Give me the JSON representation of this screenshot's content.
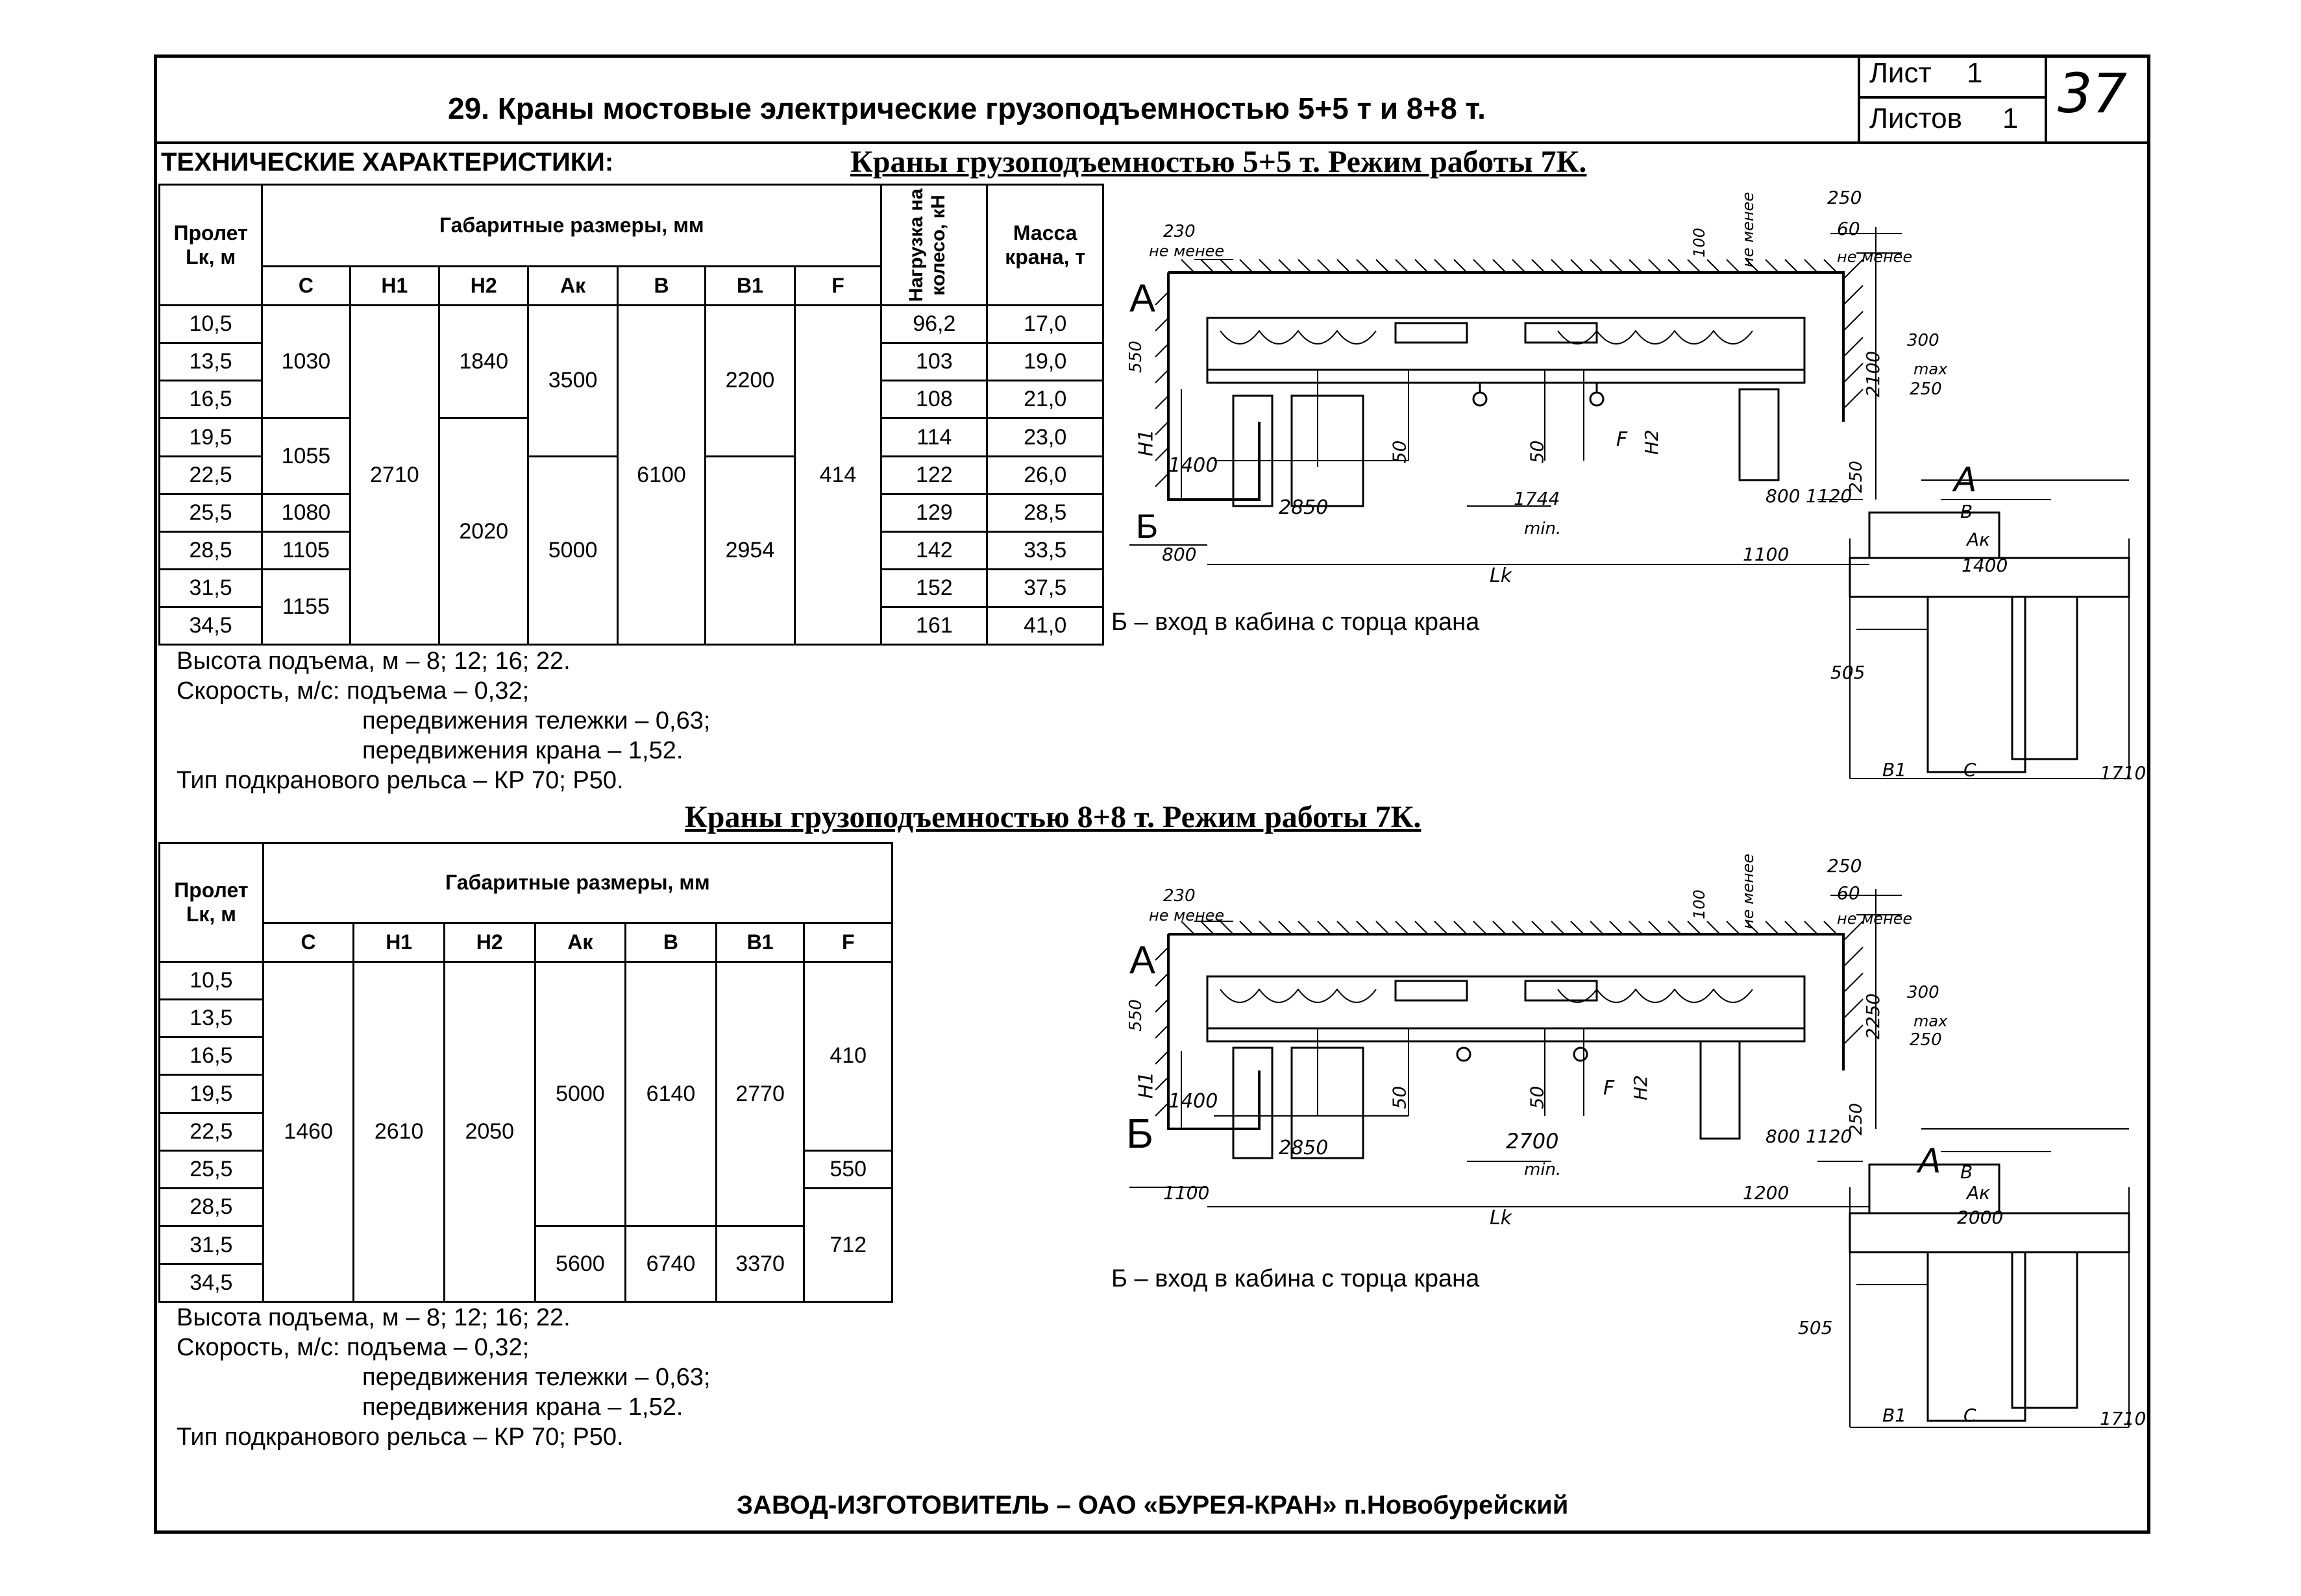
{
  "header": {
    "title": "29. Краны мостовые электрические грузоподъемностью 5+5 т и 8+8 т.",
    "sheet_label": "Лист",
    "sheet_value": "1",
    "sheets_label": "Листов",
    "sheets_value": "1",
    "page_number": "37"
  },
  "tech_heading": "ТЕХНИЧЕСКИЕ ХАРАКТЕРИСТИКИ:",
  "section1": {
    "heading": "Краны грузоподъемностью 5+5 т. Режим работы 7К.",
    "col_span": "Пролет Lк, м",
    "col_dims": "Габаритные размеры, мм",
    "col_load": "Нагрузка на колесо, кН",
    "col_mass": "Масса крана, т",
    "cols": [
      "C",
      "H1",
      "H2",
      "Ак",
      "B",
      "B1",
      "F"
    ],
    "spans": [
      "10,5",
      "13,5",
      "16,5",
      "19,5",
      "22,5",
      "25,5",
      "28,5",
      "31,5",
      "34,5"
    ],
    "c_vals": [
      "1030",
      "1055",
      "1080",
      "1105",
      "1155"
    ],
    "h1": "2710",
    "h2_vals": [
      "1840",
      "2020"
    ],
    "ak_vals": [
      "3500",
      "5000"
    ],
    "b": "6100",
    "b1_vals": [
      "2200",
      "2954"
    ],
    "f": "414",
    "loads": [
      "96,2",
      "103",
      "108",
      "114",
      "122",
      "129",
      "142",
      "152",
      "161"
    ],
    "masses": [
      "17,0",
      "19,0",
      "21,0",
      "23,0",
      "26,0",
      "28,5",
      "33,5",
      "37,5",
      "41,0"
    ],
    "notes": {
      "height": "Высота подъема, м – 8; 12; 16; 22.",
      "speed": "Скорость, м/с: подъема – 0,32;",
      "trolley": "передвижения тележки – 0,63;",
      "crane": "передвижения крана – 1,52.",
      "rail": "Тип подкранового рельса – КР 70; Р50."
    },
    "caption": "Б – вход в кабина с торца крана",
    "drawing": {
      "view_a": "А",
      "view_b": "Б",
      "d230": "230",
      "not_less": "не менее",
      "d100": "100",
      "d250": "250",
      "d60": "60",
      "d550": "550",
      "d2100": "2100",
      "d300": "300",
      "max": "max",
      "d250b": "250",
      "d250c": "250",
      "d1400": "1400",
      "d50a": "50",
      "d50b": "50",
      "lF": "F",
      "lH2": "H2",
      "lH1": "H1",
      "d2850": "2850",
      "d1744": "1744",
      "min": "min.",
      "d800a": "800",
      "d1120": "1120",
      "d800b": "800",
      "d1100": "1100",
      "lk": "Lk",
      "sA": "А",
      "sB": "B",
      "sAk": "Ак",
      "s1400": "1400",
      "s505": "505",
      "sB1": "B1",
      "sC": "C",
      "s1710": "1710"
    }
  },
  "section2": {
    "heading": "Краны грузоподъемностью 8+8 т. Режим работы 7К.",
    "col_span": "Пролет Lк, м",
    "col_dims": "Габаритные размеры, мм",
    "cols": [
      "C",
      "H1",
      "H2",
      "Ак",
      "B",
      "B1",
      "F"
    ],
    "spans": [
      "10,5",
      "13,5",
      "16,5",
      "19,5",
      "22,5",
      "25,5",
      "28,5",
      "31,5",
      "34,5"
    ],
    "c": "1460",
    "h1": "2610",
    "h2": "2050",
    "ak_vals": [
      "5000",
      "5600"
    ],
    "b_vals": [
      "6140",
      "6740"
    ],
    "b1_vals": [
      "2770",
      "3370"
    ],
    "f_vals": [
      "410",
      "550",
      "712"
    ],
    "notes": {
      "height": "Высота подъема, м – 8; 12; 16; 22.",
      "speed": "Скорость, м/с: подъема – 0,32;",
      "trolley": "передвижения тележки – 0,63;",
      "crane": "передвижения крана – 1,52.",
      "rail": "Тип подкранового рельса – КР 70; Р50."
    },
    "caption": "Б – вход в кабина с торца крана",
    "drawing": {
      "view_a": "А",
      "view_b": "Б",
      "d230": "230",
      "not_less": "не менее",
      "d100": "100",
      "d250": "250",
      "d60": "60",
      "d550": "550",
      "d2250": "2250",
      "d300": "300",
      "max": "max",
      "d250b": "250",
      "d250c": "250",
      "d1400": "1400",
      "d50a": "50",
      "d50b": "50",
      "lF": "F",
      "lH2": "H2",
      "lH1": "H1",
      "d2850": "2850",
      "d2700": "2700",
      "min": "min.",
      "d800": "800",
      "d1120": "1120",
      "d1100": "1100",
      "d1200": "1200",
      "lk": "Lk",
      "sA": "А",
      "sB": "B",
      "sAk": "Ак",
      "s2000": "2000",
      "s505": "505",
      "sB1": "B1",
      "sC": "C",
      "s1710": "1710"
    }
  },
  "footer": "ЗАВОД-ИЗГОТОВИТЕЛЬ – ОАО «БУРЕЯ-КРАН» п.Новобурейский"
}
